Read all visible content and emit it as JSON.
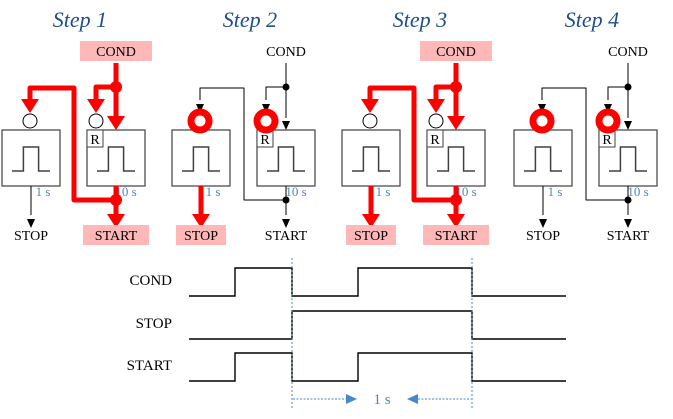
{
  "colors": {
    "active": "#ff0000",
    "highlight_bg": "#ffb8b8",
    "wire": "#000000",
    "title": "#1f4e8c",
    "annotation": "#4a86c8",
    "box_stroke": "#404040"
  },
  "steps": [
    {
      "title": "Step 1",
      "cond_label": "COND",
      "stop_label": "STOP",
      "start_label": "START",
      "reset_label": "R",
      "timer_left_duration": "1 s",
      "timer_right_duration": "10 s",
      "cond_active": true,
      "stop_active": false,
      "start_active": true,
      "feedback_active": true,
      "cond_branch_active": true,
      "left_trigger_marker": "open",
      "right_trigger_marker": "open"
    },
    {
      "title": "Step 2",
      "cond_label": "COND",
      "stop_label": "STOP",
      "start_label": "START",
      "reset_label": "R",
      "timer_left_duration": "1 s",
      "timer_right_duration": "10 s",
      "cond_active": false,
      "stop_active": true,
      "start_active": false,
      "feedback_active": false,
      "cond_branch_active": false,
      "left_trigger_marker": "falling-edge",
      "right_trigger_marker": "falling-edge"
    },
    {
      "title": "Step 3",
      "cond_label": "COND",
      "stop_label": "STOP",
      "start_label": "START",
      "reset_label": "R",
      "timer_left_duration": "1 s",
      "timer_right_duration": "10 s",
      "cond_active": true,
      "stop_active": true,
      "start_active": true,
      "feedback_active": true,
      "cond_branch_active": true,
      "left_trigger_marker": "open",
      "right_trigger_marker": "open"
    },
    {
      "title": "Step 4",
      "cond_label": "COND",
      "stop_label": "STOP",
      "start_label": "START",
      "reset_label": "R",
      "timer_left_duration": "1 s",
      "timer_right_duration": "10 s",
      "cond_active": false,
      "stop_active": false,
      "start_active": false,
      "feedback_active": false,
      "cond_branch_active": false,
      "left_trigger_marker": "falling-edge",
      "right_trigger_marker": "falling-edge"
    }
  ],
  "timing": {
    "signals": [
      {
        "name": "COND",
        "transitions": [
          0,
          1,
          0,
          1,
          0
        ],
        "levels": [
          0,
          1,
          0,
          1,
          0
        ]
      },
      {
        "name": "STOP",
        "transitions": [
          0,
          0,
          1,
          1,
          0
        ],
        "levels": [
          0,
          0,
          1,
          1,
          0
        ]
      },
      {
        "name": "START",
        "transitions": [
          0,
          1,
          0,
          1,
          0
        ],
        "levels": [
          0,
          1,
          0,
          1,
          0
        ]
      }
    ],
    "interval_label": "1 s"
  }
}
